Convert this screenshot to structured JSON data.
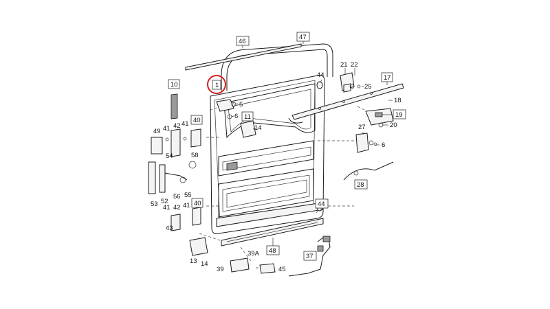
{
  "diagram": {
    "highlight_label": "1",
    "labels": {
      "l46": "46",
      "l47": "47",
      "l44a": "44",
      "l21": "21",
      "l22": "22",
      "l25": "25",
      "l17": "17",
      "l18": "18",
      "l10": "10",
      "l5": "5",
      "l6a": "6",
      "l11": "11",
      "l14a": "14",
      "l49": "49",
      "l41a": "41",
      "l42a": "42",
      "l41b": "41",
      "l40a": "40",
      "l19": "19",
      "l20": "20",
      "l27": "27",
      "l6b": "6",
      "l54": "54",
      "l58": "58",
      "l56": "56",
      "l55": "55",
      "l52": "52",
      "l53": "53",
      "l41c": "41",
      "l42b": "42",
      "l41d": "41",
      "l40b": "40",
      "l43": "43",
      "l44b": "44",
      "l28": "28",
      "l48": "48",
      "l13": "13",
      "l14b": "14",
      "l39a": "39A",
      "l37": "37",
      "l39": "39",
      "l45": "45"
    }
  }
}
